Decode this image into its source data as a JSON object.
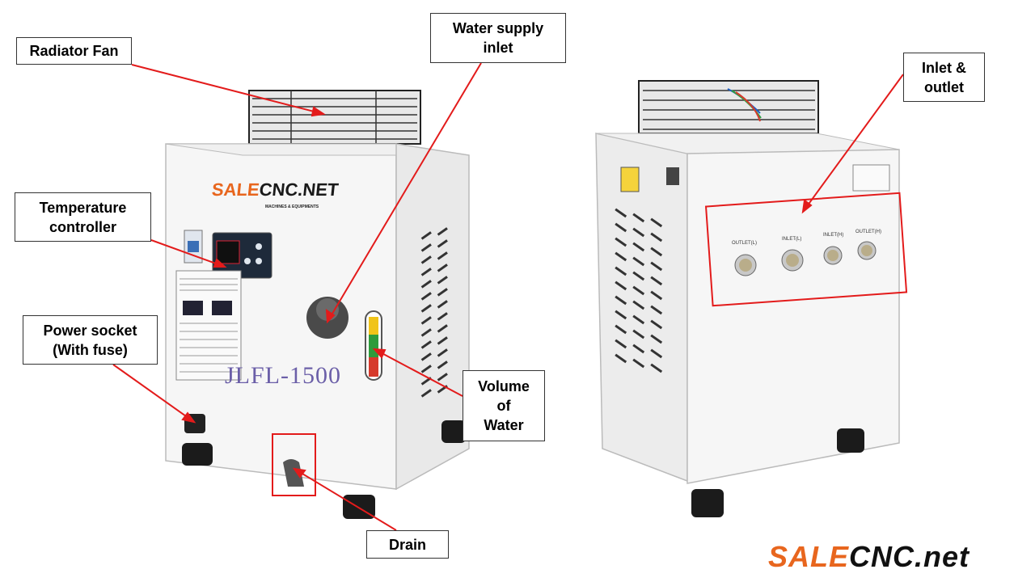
{
  "callouts": {
    "radiator_fan": "Radiator Fan",
    "water_supply_inlet": "Water supply\ninlet",
    "temperature_controller": "Temperature\ncontroller",
    "power_socket": "Power socket\n(With fuse)",
    "volume_of_water": "Volume\nof\nWater",
    "drain": "Drain",
    "inlet_outlet": "Inlet &\noutlet"
  },
  "machine": {
    "brand_part1": "SALE",
    "brand_part2": "CNC.NET",
    "brand_tagline": "MACHINES & EQUIPMENTS",
    "model": "JLFL-1500",
    "ports": [
      "OUTLET(L)",
      "INLET(L)",
      "INLET(H)",
      "OUTLET(H)"
    ]
  },
  "watermark": {
    "part1": "SALE",
    "part2": "CNC.net"
  },
  "colors": {
    "leader_line": "#e31b1b",
    "highlight_box": "#e31b1b",
    "brand_orange": "#e8661e"
  }
}
